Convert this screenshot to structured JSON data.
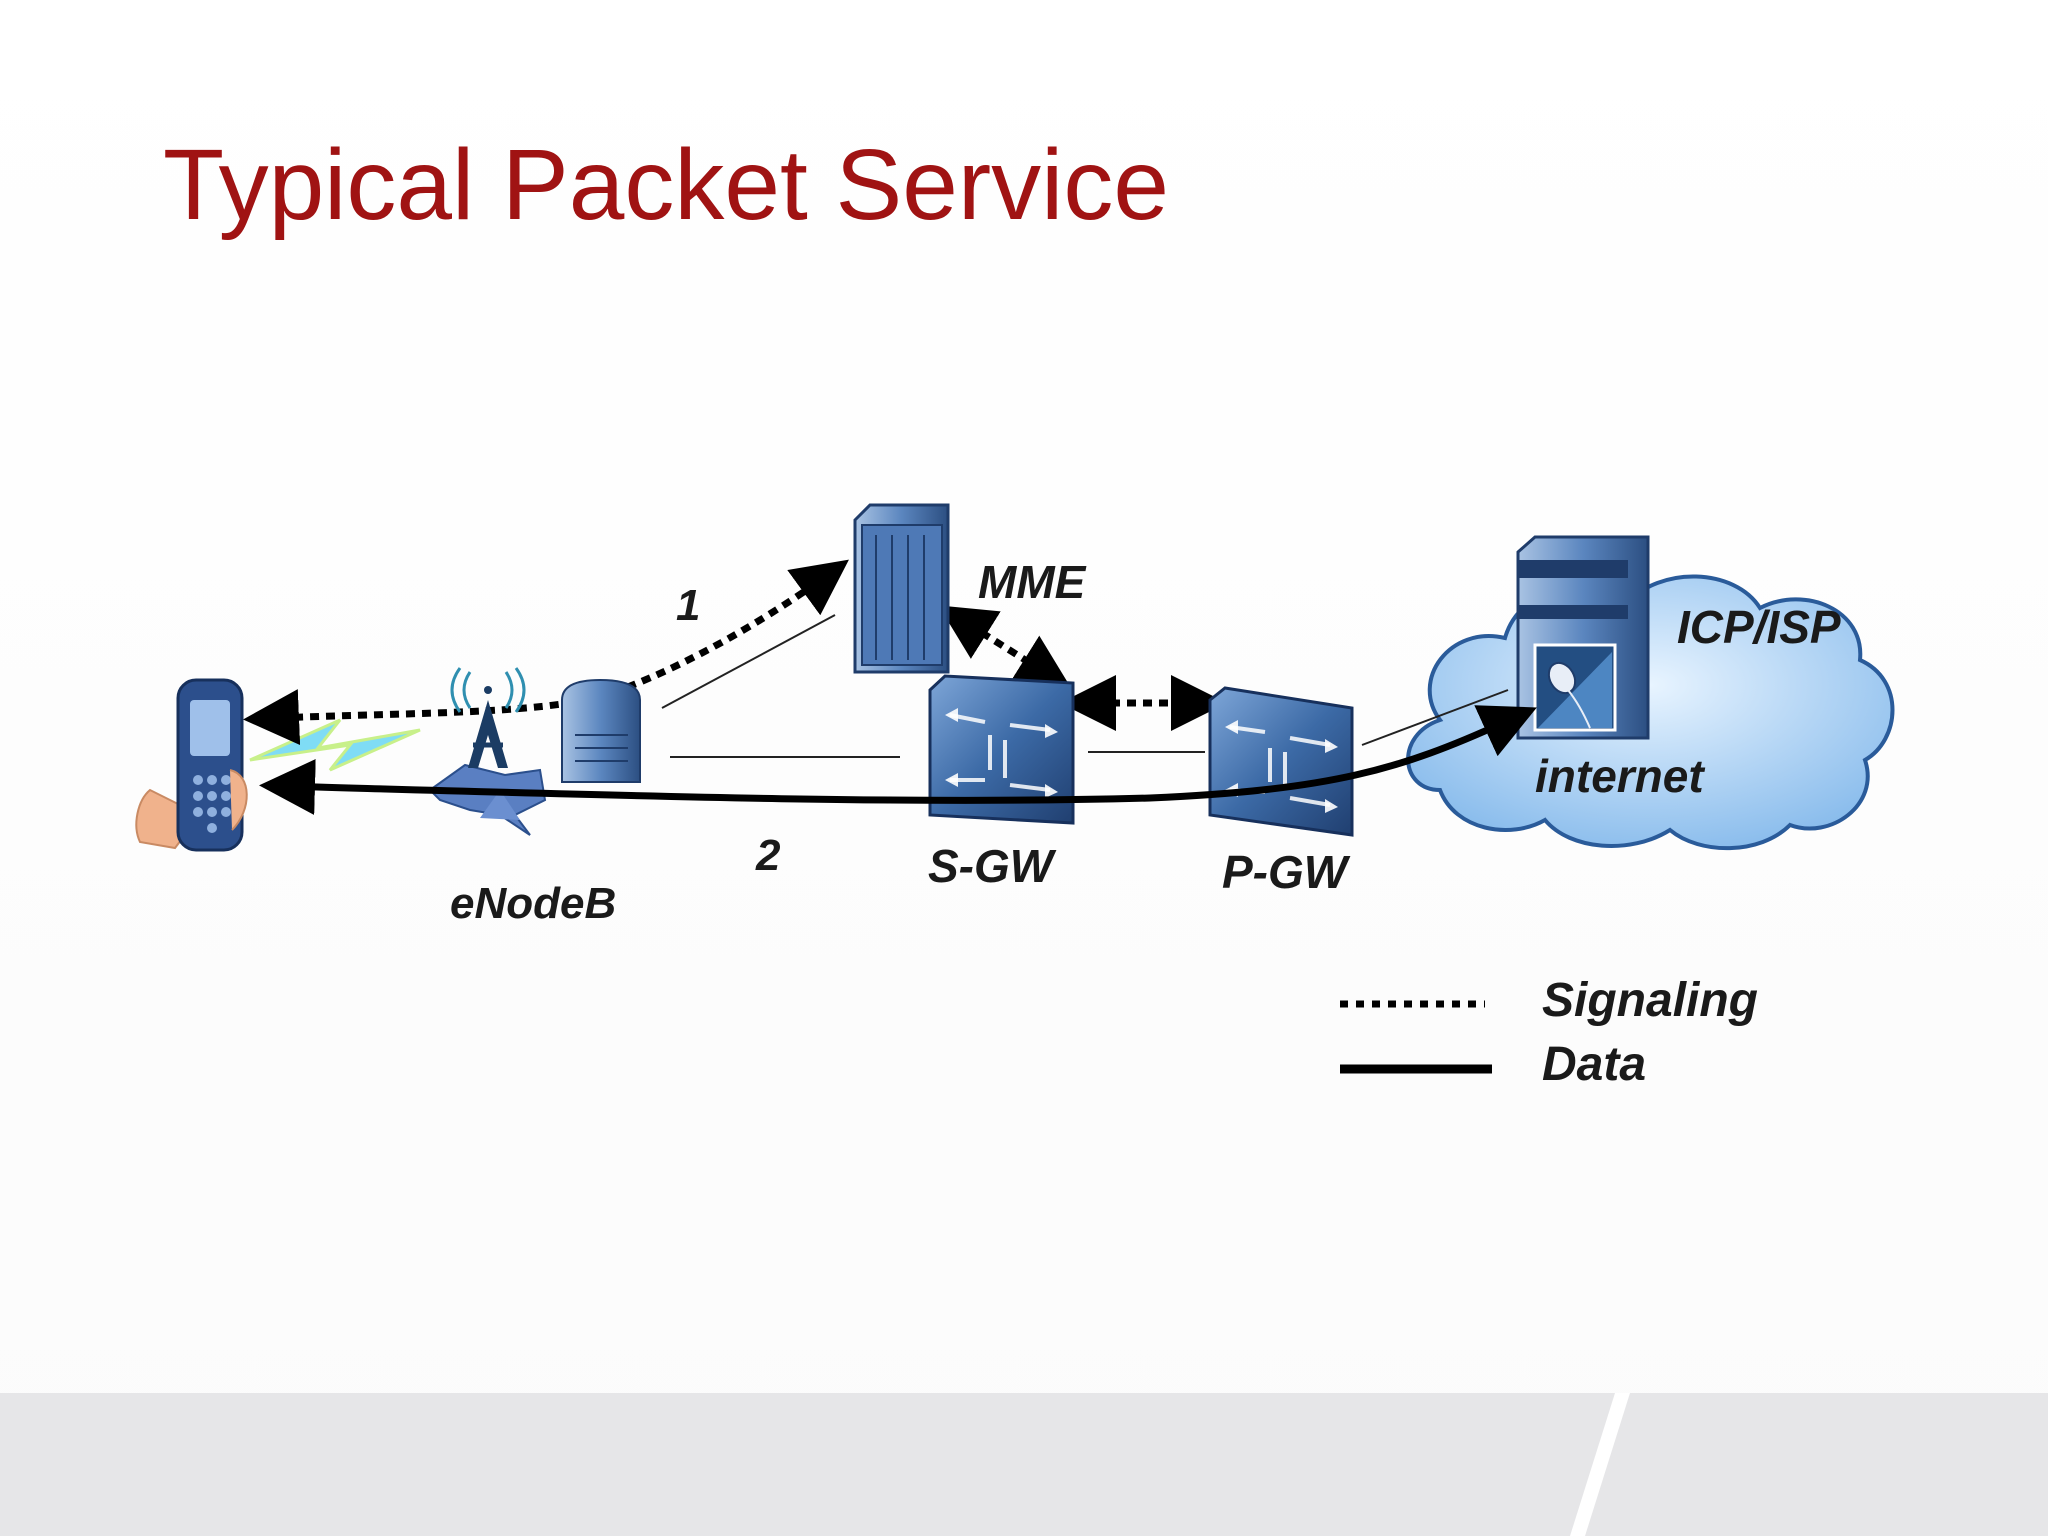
{
  "slide": {
    "title": "Typical Packet Service"
  },
  "nodes": {
    "ue": {
      "icon": "mobile-phone-icon"
    },
    "enodeb": {
      "label": "eNodeB",
      "icon": "base-station-icon"
    },
    "mme": {
      "label": "MME",
      "icon": "server-rack-icon"
    },
    "sgw": {
      "label": "S-GW",
      "icon": "gateway-router-icon"
    },
    "pgw": {
      "label": "P-GW",
      "icon": "gateway-router-icon"
    },
    "internet": {
      "label": "internet",
      "icon": "cloud-icon"
    },
    "icp": {
      "label": "ICP/ISP",
      "icon": "server-icon"
    }
  },
  "steps": {
    "step1": "1",
    "step2": "2"
  },
  "legend": {
    "signaling": "Signaling",
    "data": "Data"
  },
  "colors": {
    "title": "#a01313",
    "equipment": "#3f6aa8",
    "cloud": "#bfdcf7",
    "footer": "#e6e6e8"
  }
}
